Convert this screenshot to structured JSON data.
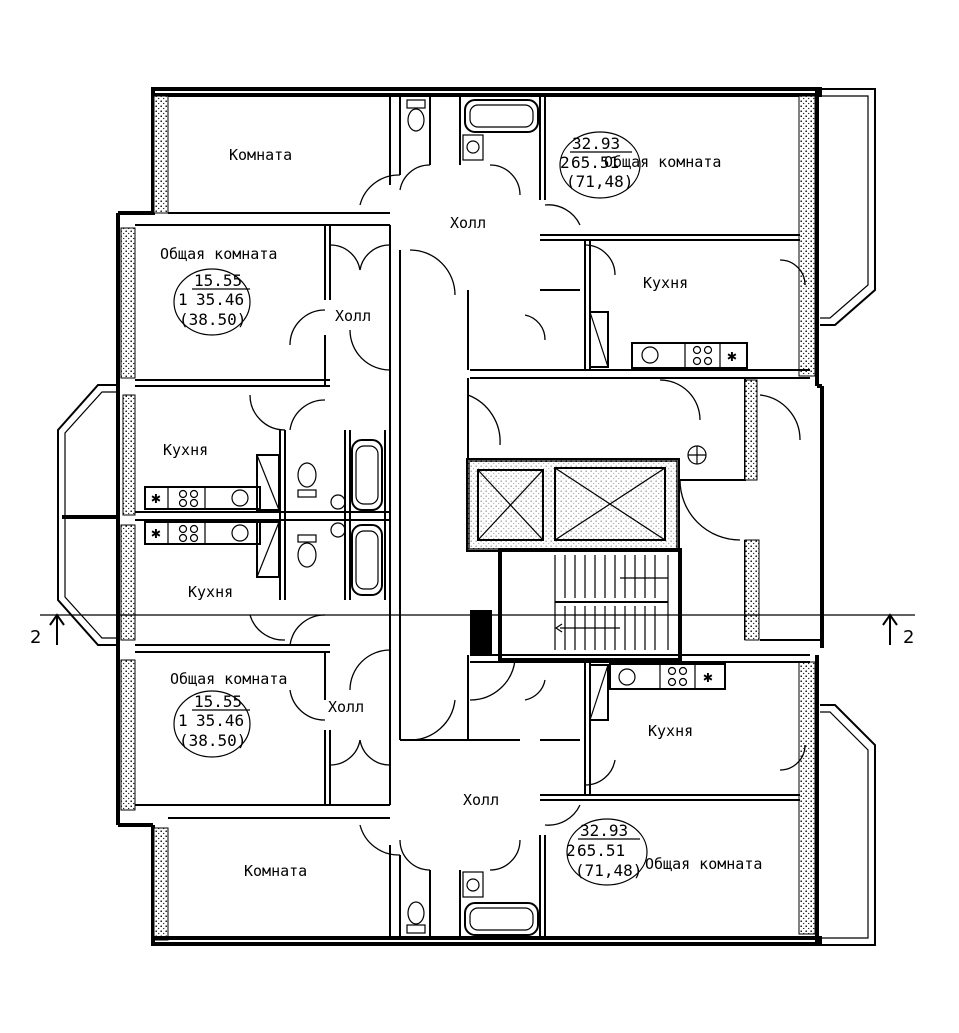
{
  "colors": {
    "ink": "#000000",
    "paper": "#ffffff"
  },
  "rooms": {
    "room_top": "Комната",
    "living_top_right": "Общая комната",
    "hall_top": "Холл",
    "kitchen_top_right": "Кухня",
    "living_top_left": "Общая комната",
    "hall_upper_left": "Холл",
    "kitchen_upper_left": "Кухня",
    "kitchen_lower_left": "Кухня",
    "living_bottom_left": "Общая комната",
    "hall_lower_left": "Холл",
    "kitchen_bottom_right": "Кухня",
    "hall_bottom": "Холл",
    "room_bottom": "Комната",
    "living_bottom_right": "Общая комната"
  },
  "apartments": {
    "top_right": {
      "living": "32.93",
      "total": "65.51",
      "gross": "(71,48)",
      "rooms": "2"
    },
    "top_left": {
      "living": "15.55",
      "total": "35.46",
      "gross": "(38.50)",
      "rooms": "1"
    },
    "bottom_left": {
      "living": "15.55",
      "total": "35.46",
      "gross": "(38.50)",
      "rooms": "1"
    },
    "bottom_right": {
      "living": "32.93",
      "total": "65.51",
      "gross": "(71,48)",
      "rooms": "2"
    }
  },
  "section_marks": {
    "left": "2",
    "right": "2"
  },
  "icons": [
    "wc-icon",
    "bathtub-icon",
    "sink-icon",
    "stove-icon",
    "elevator-icon",
    "stairs-icon",
    "section-arrow-icon"
  ]
}
